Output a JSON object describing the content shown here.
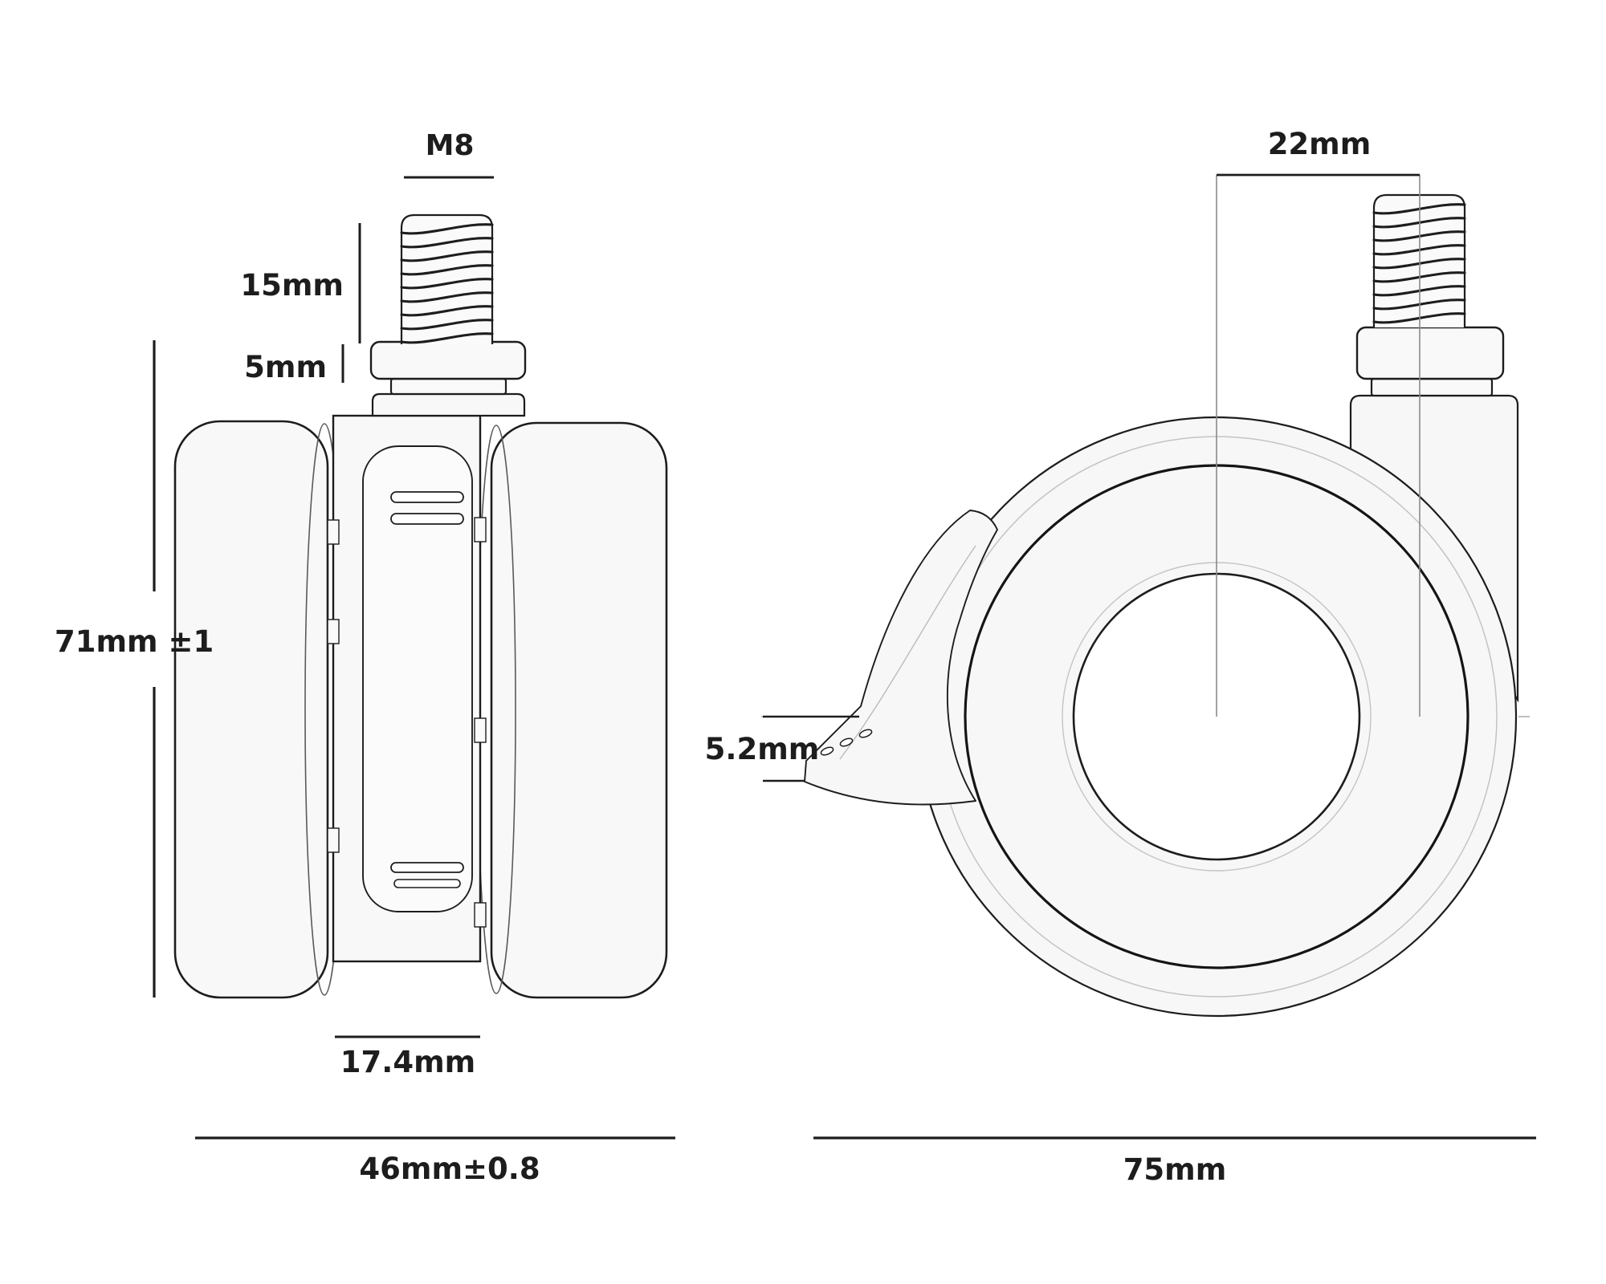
{
  "front_view": {
    "thread_size": "M8",
    "thread_length": "15mm",
    "collar_height": "5mm",
    "overall_height": "71mm ±1",
    "hub_width": "17.4mm",
    "overall_width": "46mm±0.8"
  },
  "side_view": {
    "stem_offset": "22mm",
    "brake_pedal_thickness": "5.2mm",
    "overall_diameter": "75mm"
  },
  "style": {
    "outline_color": "#1d1d1d",
    "fill_color": "#f7f7f7",
    "construction_line_color": "#8a8a8a",
    "centerline_color": "#b5b5b5",
    "background_color": "#ffffff"
  }
}
